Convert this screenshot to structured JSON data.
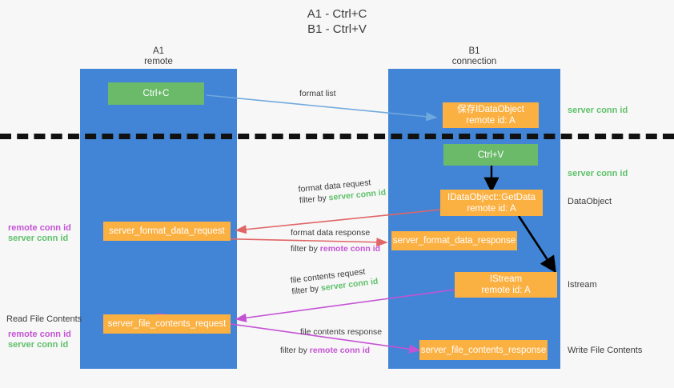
{
  "title": {
    "line1": "A1 - Ctrl+C",
    "line2": "B1 - Ctrl+V"
  },
  "colors": {
    "lane": "#4285d6",
    "green_box": "#6aba6a",
    "orange_box": "#fbb042",
    "server_conn_id": "#5ec16a",
    "remote_conn_id": "#c453d4",
    "arrow_blue": "#6fa8dc",
    "arrow_red": "#e06666",
    "arrow_magenta": "#c453d4",
    "arrow_black": "#000000",
    "background": "#f7f7f7"
  },
  "lanes": [
    {
      "name": "A1",
      "sub": "remote"
    },
    {
      "name": "B1",
      "sub": "connection"
    }
  ],
  "boxes": [
    {
      "id": "ctrl-c",
      "label1": "Ctrl+C",
      "label2": "",
      "style": "green"
    },
    {
      "id": "save-idataobject",
      "label1": "保存IDataObject",
      "label2": "remote id: A",
      "style": "orange"
    },
    {
      "id": "ctrl-v",
      "label1": "Ctrl+V",
      "label2": "",
      "style": "green"
    },
    {
      "id": "idataobject-getdata",
      "label1": "IDataObject::GetData",
      "label2": "remote id: A",
      "style": "orange"
    },
    {
      "id": "server-format-data-request",
      "label1": "server_format_data_request",
      "label2": "",
      "style": "orange"
    },
    {
      "id": "server-format-data-response",
      "label1": "server_format_data_response",
      "label2": "",
      "style": "orange"
    },
    {
      "id": "istream",
      "label1": "IStream",
      "label2": "remote id: A",
      "style": "orange"
    },
    {
      "id": "server-file-contents-request",
      "label1": "server_file_contents_request",
      "label2": "",
      "style": "orange"
    },
    {
      "id": "server-file-contents-response",
      "label1": "server_file_contents_response",
      "label2": "",
      "style": "orange"
    }
  ],
  "edge_labels": {
    "format_list": "format list",
    "format_data_request": "format data request",
    "format_data_request_filter_pre": "filter by ",
    "format_data_request_filter_key": "server conn id",
    "format_data_response": "format data response",
    "format_data_response_filter_pre": "filter by ",
    "format_data_response_filter_key": "remote conn id",
    "file_contents_request": "file contents request",
    "file_contents_request_filter_pre": "filter by ",
    "file_contents_request_filter_key": "server conn id",
    "file_contents_response": "file contents response",
    "file_contents_response_filter_pre": "filter by ",
    "file_contents_response_filter_key": "remote conn id"
  },
  "right_labels": {
    "server_conn_id_top": "server conn id",
    "server_conn_id_mid": "server conn id",
    "data_object": "DataObject",
    "istream": "Istream",
    "write_file_contents": "Write File Contents"
  },
  "left_labels": {
    "remote_conn_id_1": "remote conn id",
    "server_conn_id_1": "server conn id",
    "read_file_contents": "Read File Contents",
    "remote_conn_id_2": "remote conn id",
    "server_conn_id_2": "server conn id"
  }
}
